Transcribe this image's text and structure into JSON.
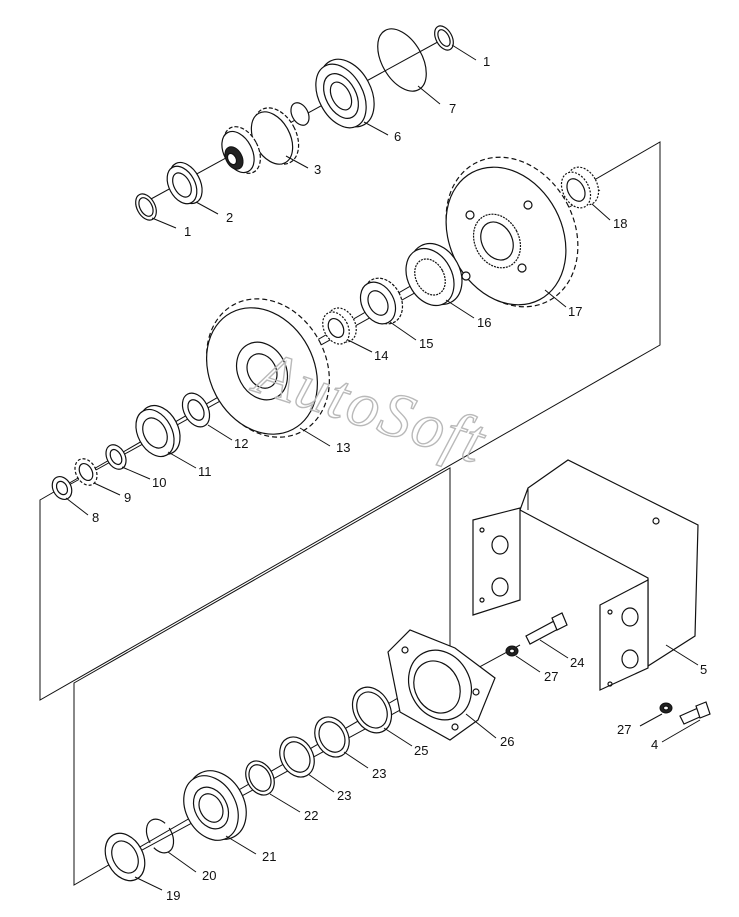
{
  "watermark": "AutoSoft",
  "labels": {
    "p1a": "1",
    "p7": "7",
    "p6": "6",
    "p3": "3",
    "p2": "2",
    "p1b": "1",
    "p18": "18",
    "p17": "17",
    "p16": "16",
    "p15": "15",
    "p14": "14",
    "p13": "13",
    "p12": "12",
    "p11": "11",
    "p10": "10",
    "p9": "9",
    "p8": "8",
    "p5": "5",
    "p24": "24",
    "p27a": "27",
    "p27b": "27",
    "p4": "4",
    "p26": "26",
    "p25": "25",
    "p23a": "23",
    "p23b": "23",
    "p22": "22",
    "p21": "21",
    "p20": "20",
    "p19": "19"
  }
}
